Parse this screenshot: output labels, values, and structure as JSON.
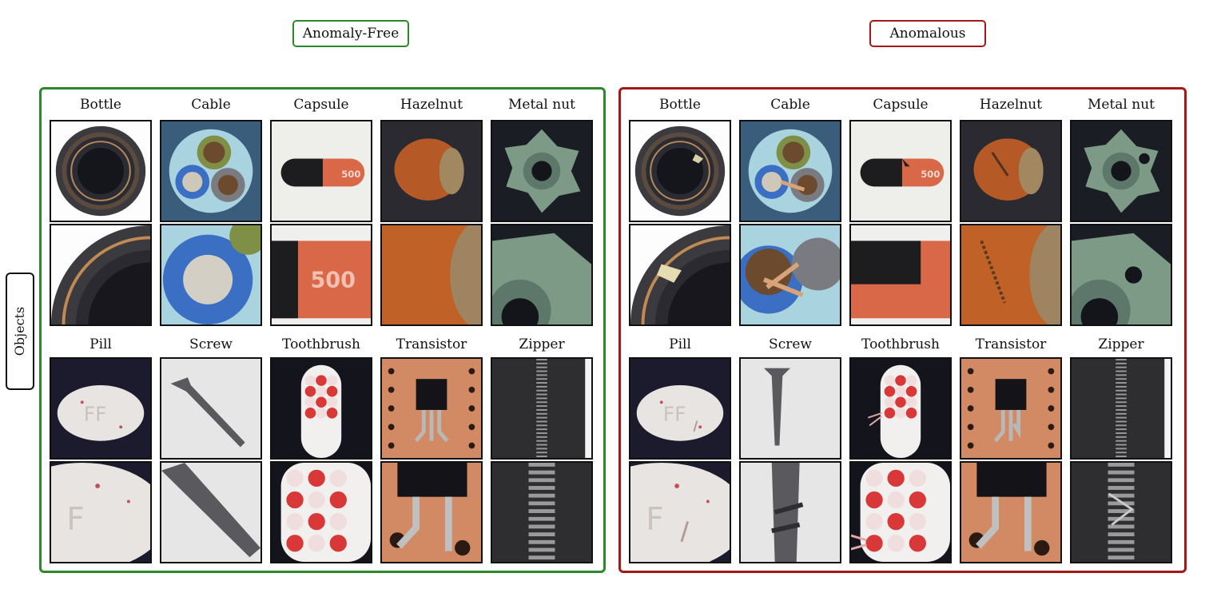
{
  "headers": {
    "free": "Anomaly-Free",
    "anomalous": "Anomalous"
  },
  "side_label": "Objects",
  "panels": [
    {
      "key": "free",
      "rows": [
        [
          "Bottle",
          "Cable",
          "Capsule",
          "Hazelnut",
          "Metal nut"
        ],
        [
          "Pill",
          "Screw",
          "Toothbrush",
          "Transistor",
          "Zipper"
        ]
      ]
    },
    {
      "key": "anomalous",
      "rows": [
        [
          "Bottle",
          "Cable",
          "Capsule",
          "Hazelnut",
          "Metal nut"
        ],
        [
          "Pill",
          "Screw",
          "Toothbrush",
          "Transistor",
          "Zipper"
        ]
      ]
    }
  ],
  "capsule_text": "500",
  "pill_text": "FF",
  "colors": {
    "free": "#2a8a2a",
    "anomalous": "#a31818"
  }
}
